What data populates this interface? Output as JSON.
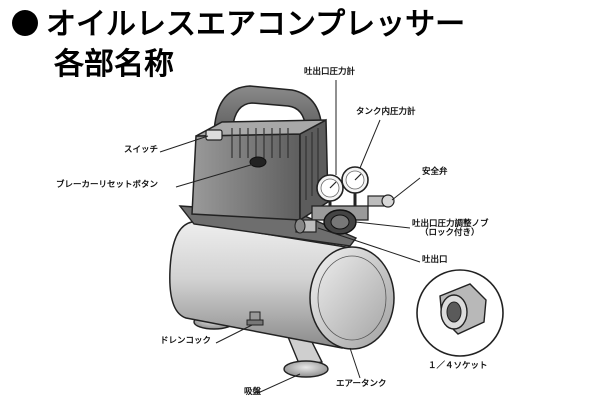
{
  "title": {
    "line1": "オイルレスエアコンプレッサー",
    "line2": "各部名称"
  },
  "labels": {
    "outlet_gauge": "吐出口圧力計",
    "tank_gauge": "タンク内圧力計",
    "switch": "スイッチ",
    "breaker_button": "ブレーカーリセットボタン",
    "safety_valve": "安全弁",
    "outlet_regulator_line1": "吐出口圧力調整ノブ",
    "outlet_regulator_line2": "（ロック付き）",
    "outlet": "吐出口",
    "drain_cock": "ドレンコック",
    "socket": "１／４ソケット",
    "suction_pad": "吸盤",
    "air_tank": "エアータンク"
  }
}
